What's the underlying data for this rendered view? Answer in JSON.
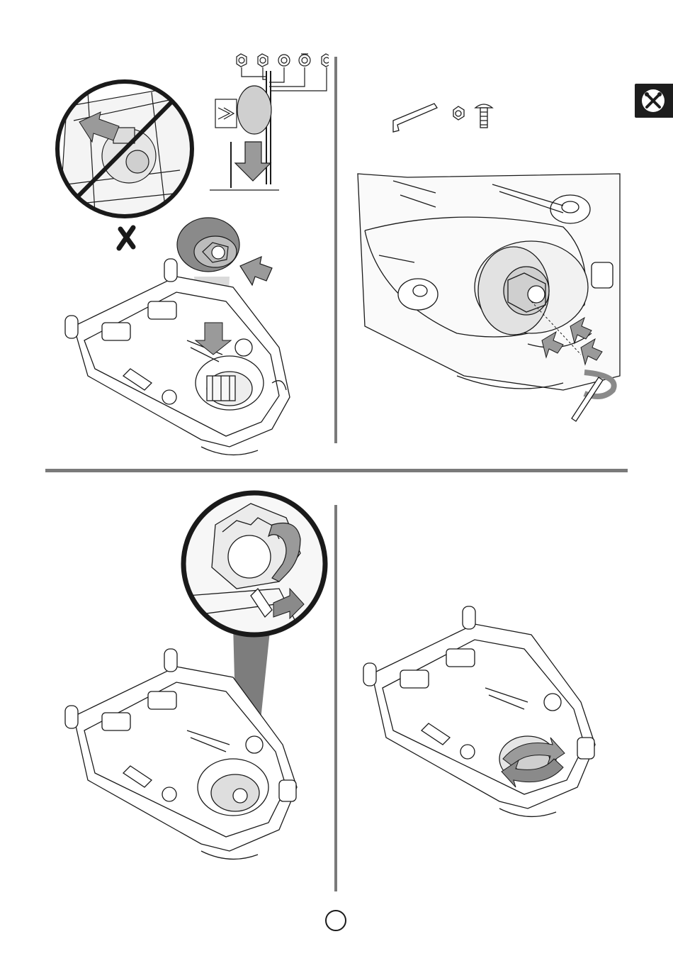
{
  "page": {
    "page_number": ""
  },
  "section_tab": {
    "icon": "wrench-screwdriver-icon",
    "background": "#1d1d1d"
  },
  "colors": {
    "line": "#1a1a1a",
    "divider": "#7a7a7a",
    "arrow_fill": "#9a9a9a",
    "highlight_fill": "#8a8a8a"
  },
  "panels": [
    {
      "id": "top-left",
      "icons": [
        "prohibited-icon",
        "cross-mark-icon",
        "hardware-sequence-icon",
        "motor-assembly-icon"
      ]
    },
    {
      "id": "top-right",
      "icons": [
        "hex-key-icon",
        "washer-icon",
        "screw-icon",
        "screw-direction-icon"
      ]
    },
    {
      "id": "bottom-left",
      "icons": [
        "magnifier-callout-icon",
        "connector-icon"
      ]
    },
    {
      "id": "bottom-right",
      "icons": [
        "rotation-arrow-icon"
      ]
    }
  ]
}
